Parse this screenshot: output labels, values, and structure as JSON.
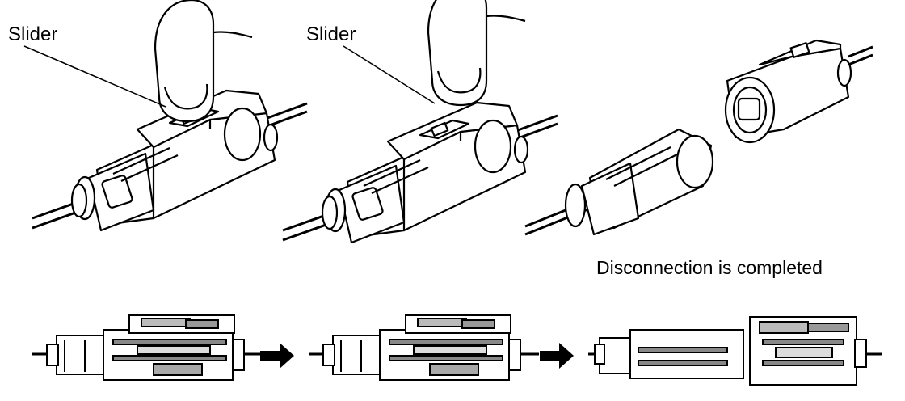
{
  "labels": {
    "slider_1": "Slider",
    "slider_2": "Slider",
    "completed": "Disconnection is completed"
  },
  "colors": {
    "ink": "#000000",
    "paper": "#ffffff"
  }
}
